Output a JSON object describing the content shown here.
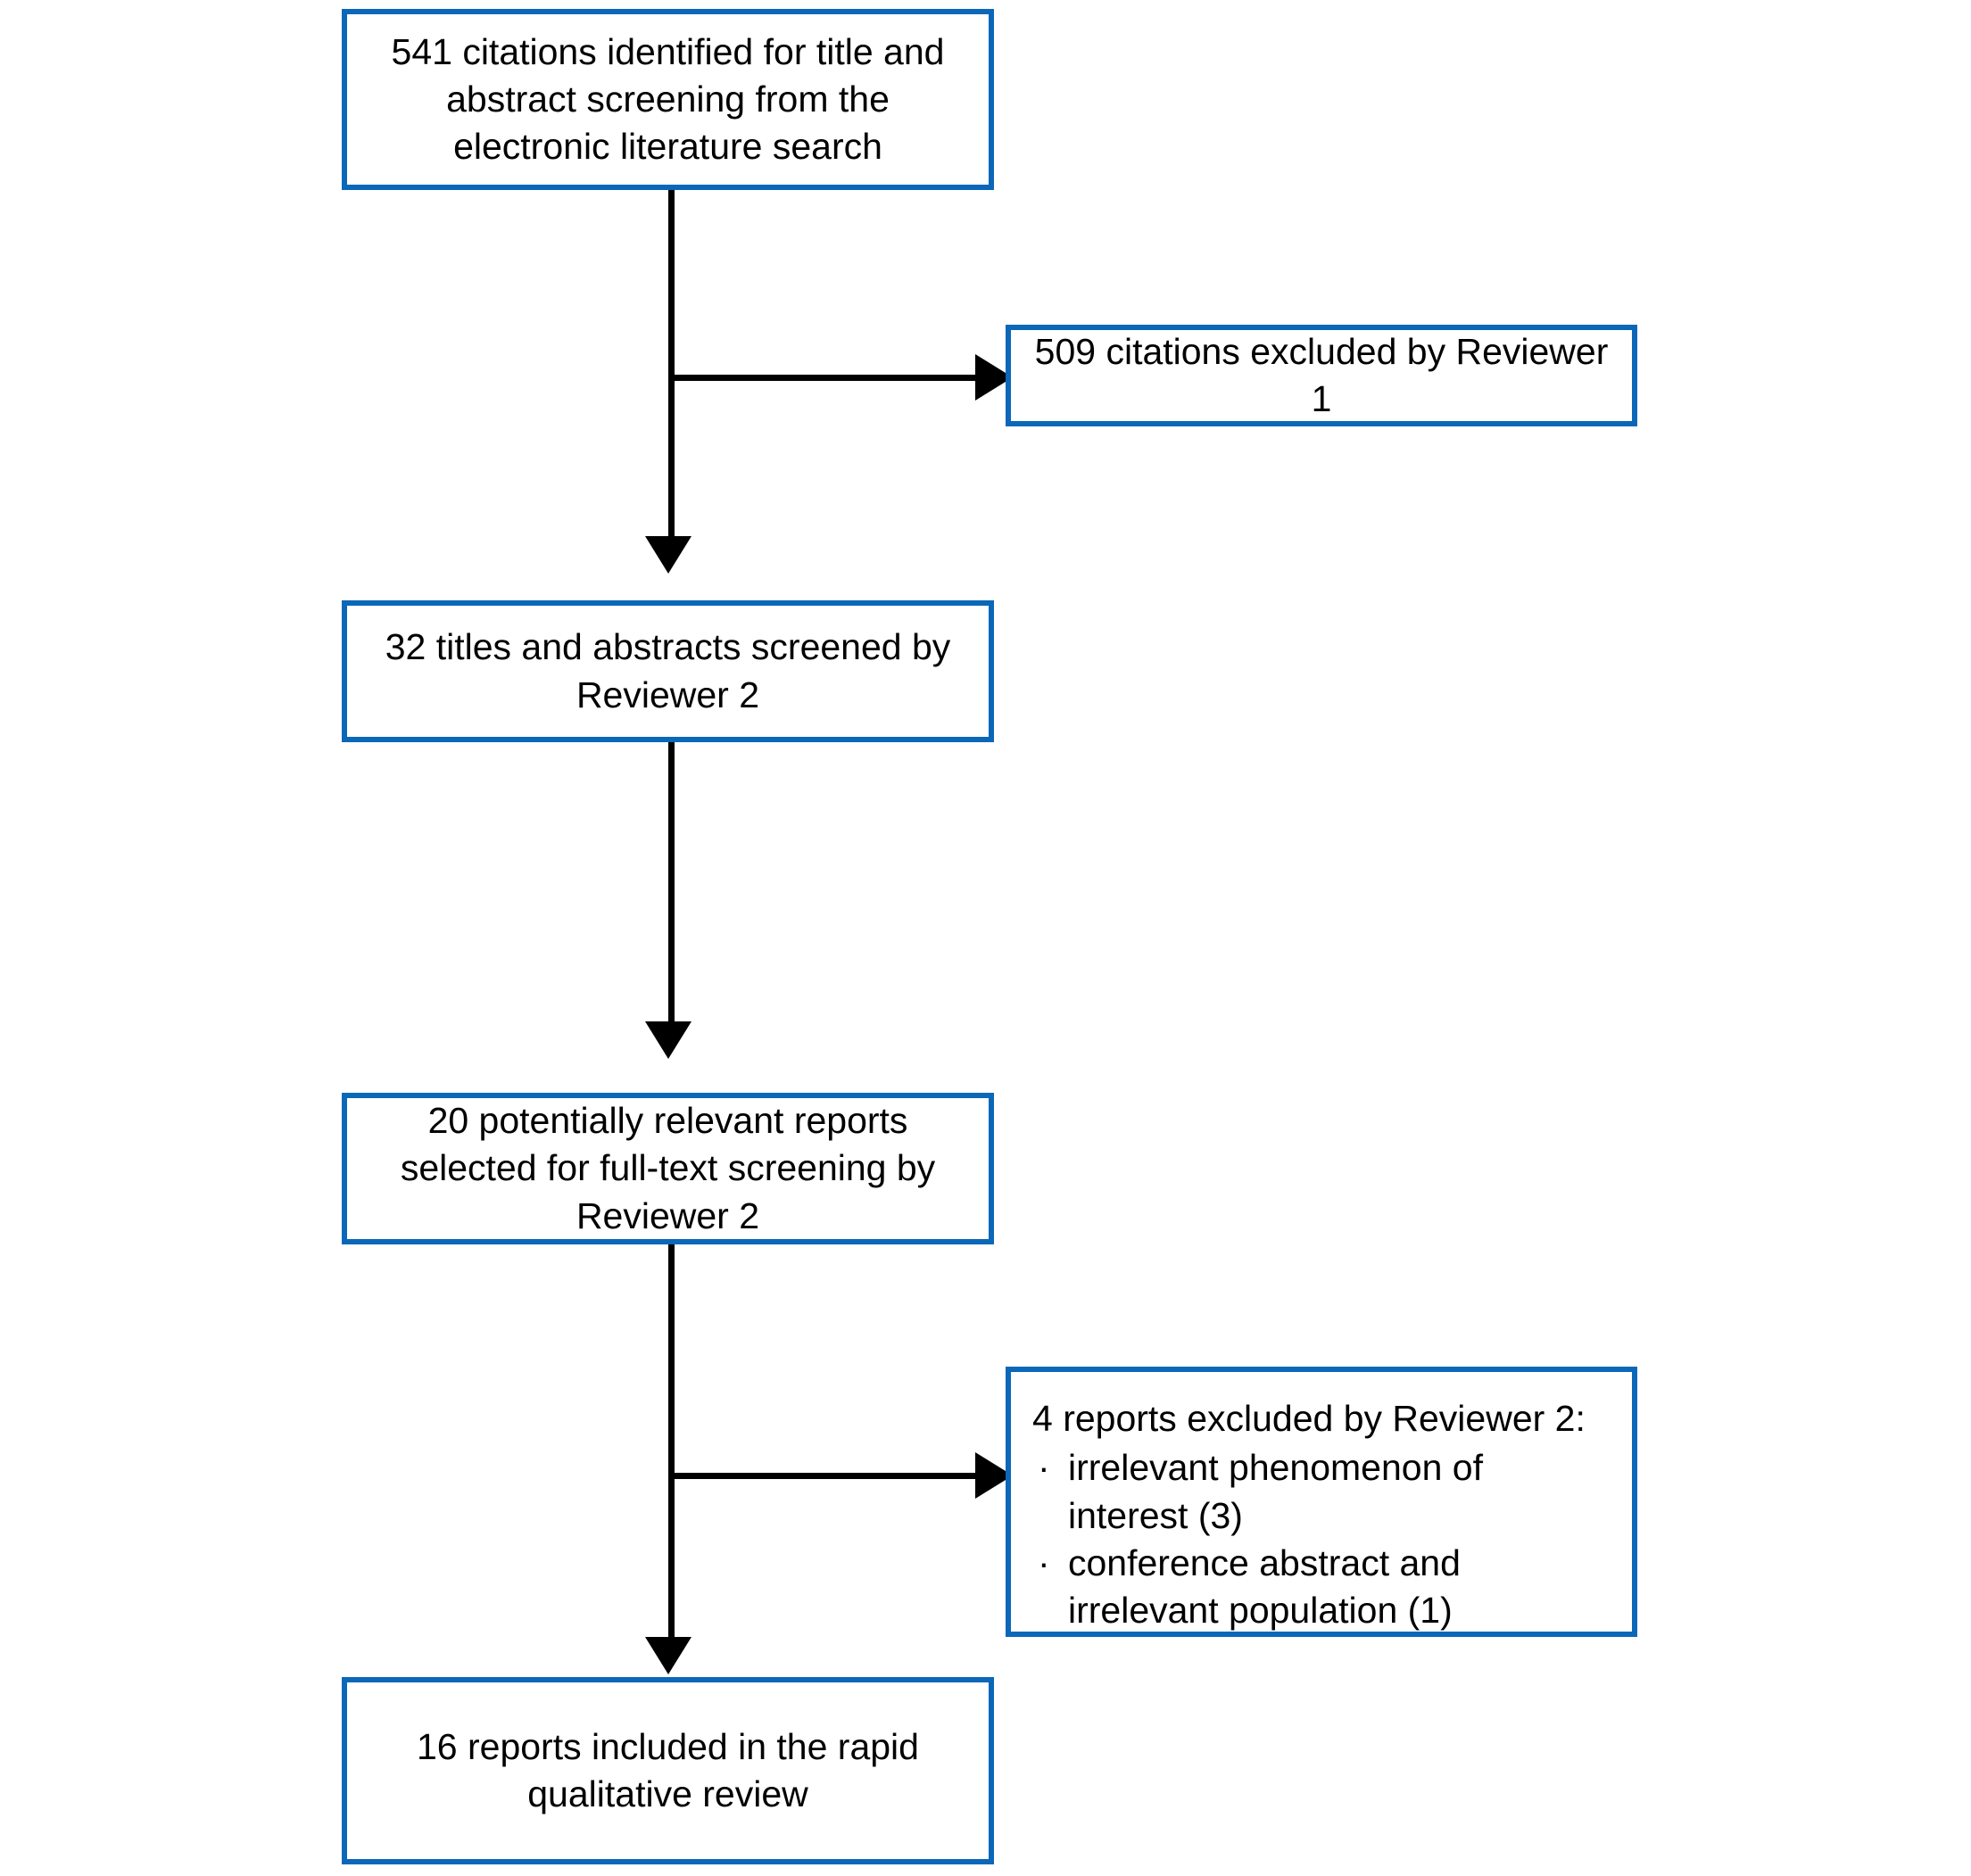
{
  "diagram": {
    "type": "prisma-flow-diagram",
    "accent_color": "#0b67b8",
    "connector_color": "#000000",
    "background_color": "#ffffff",
    "nodes": {
      "identified": {
        "text": "541 citations identified for title and abstract screening from the electronic literature search",
        "count": 541
      },
      "excluded_reviewer1": {
        "text": "509 citations excluded by Reviewer 1",
        "count": 509
      },
      "screened": {
        "text": "32 titles and abstracts screened by Reviewer 2",
        "count": 32
      },
      "fulltext": {
        "text": "20 potentially relevant reports selected for full-text screening by Reviewer 2",
        "count": 20
      },
      "excluded_reviewer2": {
        "heading": "4 reports excluded by Reviewer 2:",
        "count": 4,
        "bullet_glyph": "·",
        "reasons": [
          "irrelevant phenomenon of interest (3)",
          "conference abstract and irrelevant population (1)"
        ]
      },
      "included": {
        "text": "16 reports included in the rapid qualitative review",
        "count": 16
      }
    }
  }
}
